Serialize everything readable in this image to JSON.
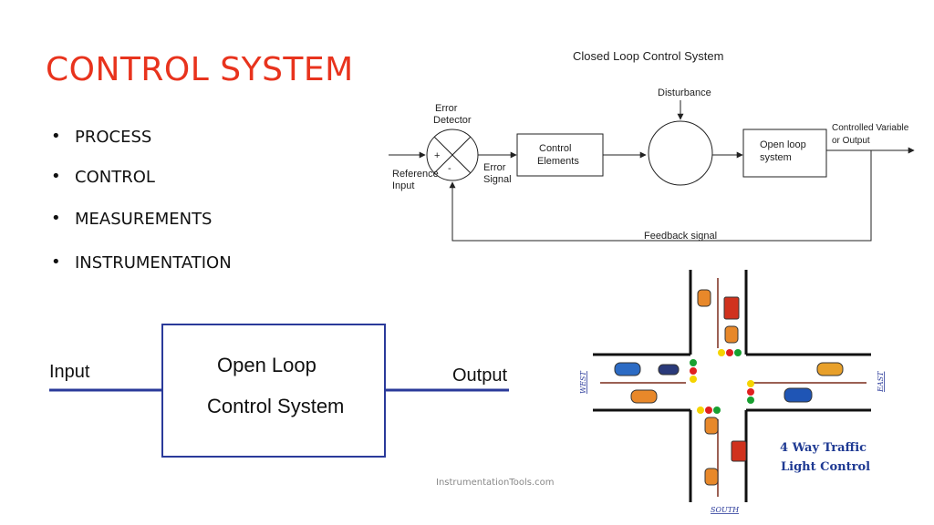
{
  "slide": {
    "title": "CONTROL SYSTEM",
    "bullets": [
      "PROCESS",
      "CONTROL",
      "MEASUREMENTS",
      "INSTRUMENTATION"
    ],
    "watermark": "InstrumentationTools.com"
  },
  "closed_loop": {
    "title": "Closed Loop Control System",
    "error_detector": [
      "Error",
      "Detector"
    ],
    "plus": "+",
    "minus": "-",
    "reference_input": [
      "Reference",
      "Input"
    ],
    "error_signal": [
      "Error",
      "Signal"
    ],
    "control_elements": [
      "Control",
      "Elements"
    ],
    "disturbance": "Disturbance",
    "open_loop_system": [
      "Open loop",
      "system"
    ],
    "controlled_variable": [
      "Controlled Variable",
      "or Output"
    ],
    "feedback": "Feedback signal"
  },
  "open_loop": {
    "input": "Input",
    "output": "Output",
    "box_line1": "Open Loop",
    "box_line2": "Control System",
    "line_color": "#2a3a9a"
  },
  "traffic": {
    "title_line1": "4 Way Traffic",
    "title_line2": "Light Control",
    "west": "WEST",
    "east": "EAST",
    "south": "SOUTH",
    "title_color": "#1f3a93"
  }
}
